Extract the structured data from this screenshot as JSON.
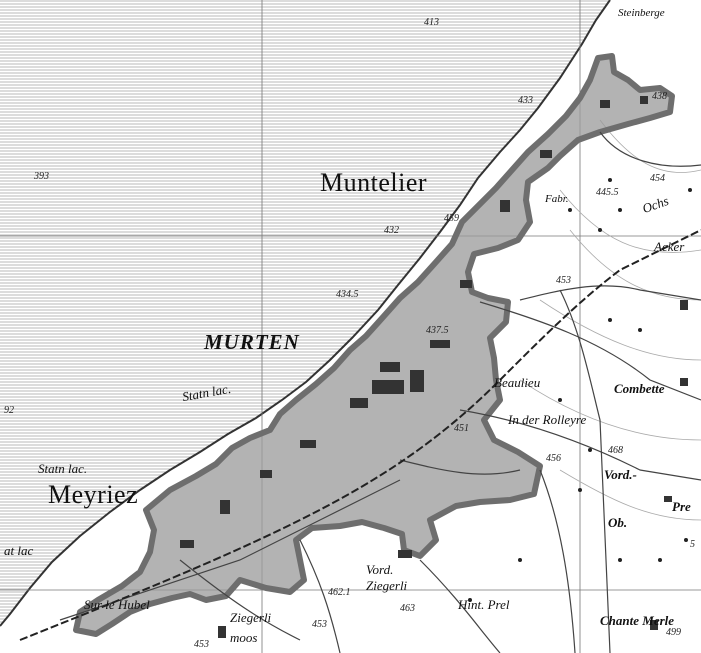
{
  "map": {
    "towns": {
      "muntelier": "Muntelier",
      "murten": "MURTEN",
      "meyriez": "Meyriez"
    },
    "localities": {
      "steinberg": "Steinberge",
      "fabr": "Fabr.",
      "ochsen": "Ochs",
      "acker": "Acker",
      "stat_lac_murten": "Statn lac.",
      "stat_lac_meyriez": "Statn lac.",
      "stat_lac_left": "at lac",
      "beaulieu": "Beaulieu",
      "in_der_rolleyre": "In der Rolleyre",
      "combette": "Combette",
      "vord": "Vord.-",
      "preo": "Pre",
      "ob": "Ob.",
      "sur_le_hubel": "Sur le Hubel",
      "ziegerli_moos": "Ziegerli moos",
      "vord_ziegerli": "Vord. Ziegerli",
      "hint_prel": "Hint. Prel",
      "chante_merle": "Chante Merle"
    },
    "elevations": {
      "e413": "413",
      "e438": "438",
      "e433": "433",
      "e454": "454",
      "e4455": "445.5",
      "e393": "393",
      "e432": "432",
      "e453a": "453",
      "e4345": "434.5",
      "e4375": "437.5",
      "e451": "451",
      "e456": "456",
      "e468": "468",
      "e459": "459",
      "e4621": "462.1",
      "e463": "463",
      "e453b": "453",
      "e453c": "453",
      "e499": "499",
      "e92": "92",
      "e5": "5"
    }
  },
  "colors": {
    "lake_hatch": "#b8b8b8",
    "land": "#ffffff",
    "boundary_fill": "#9a9a9a",
    "boundary_stroke": "#6e6e6e",
    "road": "#444444",
    "grid": "#777777"
  }
}
